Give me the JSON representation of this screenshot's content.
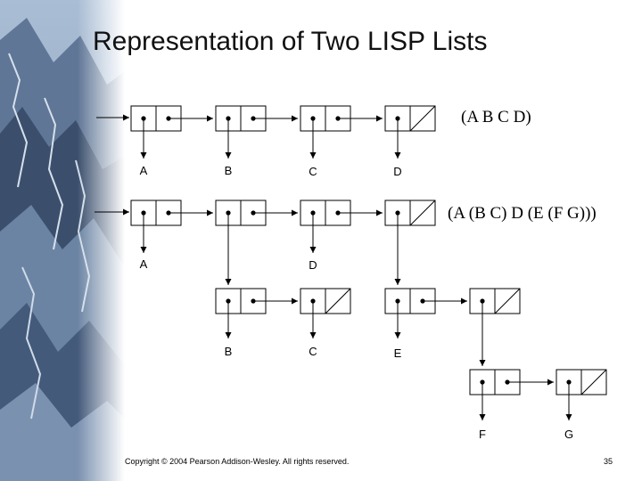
{
  "slide": {
    "title": "Representation of Two LISP Lists",
    "copyright": "Copyright © 2004 Pearson Addison-Wesley. All rights reserved.",
    "page_number": "35"
  },
  "lists": [
    {
      "expression": "(A B C D)"
    },
    {
      "expression": "(A (B C) D (E (F G)))"
    }
  ],
  "atoms": {
    "list1": [
      "A",
      "B",
      "C",
      "D"
    ],
    "list2_top": [
      "A",
      "D"
    ],
    "list2_sublist_bc": [
      "B",
      "C"
    ],
    "list2_sublist_e": [
      "E"
    ],
    "list2_sublist_fg": [
      "F",
      "G"
    ]
  },
  "colors": {
    "background": "#ffffff",
    "ink": "#000000",
    "mountain_sky": "#8aa3c0",
    "mountain_rock": "#3b4f6d"
  }
}
